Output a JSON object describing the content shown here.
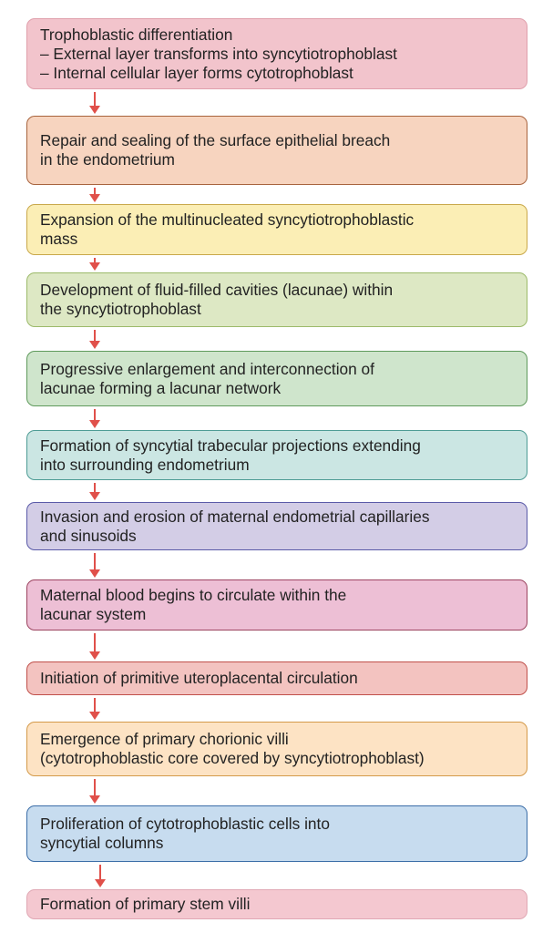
{
  "steps": [
    {
      "lines": [
        "Trophoblastic differentiation",
        "– External layer transforms into syncytiotrophoblast",
        "– Internal cellular layer forms cytotrophoblast"
      ],
      "fill": "#f2c4cc",
      "border": "#e0a0ac"
    },
    {
      "lines": [
        "Repair and sealing of the surface epithelial breach",
        "in the endometrium"
      ],
      "fill": "#f7d4bf",
      "border": "#a8643e"
    },
    {
      "lines": [
        "Expansion of the multinucleated syncytiotrophoblastic",
        "mass"
      ],
      "fill": "#fbeeb5",
      "border": "#c9a84a"
    },
    {
      "lines": [
        "Development of fluid-filled cavities (lacunae) within",
        "the syncytiotrophoblast"
      ],
      "fill": "#dde8c4",
      "border": "#9cba6a"
    },
    {
      "lines": [
        "Progressive enlargement and interconnection of",
        "lacunae forming a lacunar network"
      ],
      "fill": "#cfe5cc",
      "border": "#5f9a5c"
    },
    {
      "lines": [
        "Formation of syncytial trabecular projections extending",
        "into surrounding endometrium"
      ],
      "fill": "#cbe6e3",
      "border": "#4e9c95"
    },
    {
      "lines": [
        "Invasion and erosion of maternal endometrial capillaries",
        "and sinusoids"
      ],
      "fill": "#d3cde6",
      "border": "#5a5aa8"
    },
    {
      "lines": [
        "Maternal blood begins to circulate within the",
        "lacunar system"
      ],
      "fill": "#edbfd5",
      "border": "#9c4460"
    },
    {
      "lines": [
        "Initiation of primitive uteroplacental circulation"
      ],
      "fill": "#f3c3c0",
      "border": "#c0504a"
    },
    {
      "lines": [
        "Emergence of primary chorionic villi",
        "(cytotrophoblastic core covered by syncytiotrophoblast)"
      ],
      "fill": "#fde3c4",
      "border": "#d49a4a"
    },
    {
      "lines": [
        "Proliferation of cytotrophoblastic cells into",
        "syncytial columns"
      ],
      "fill": "#c7dcef",
      "border": "#3c6ea8"
    },
    {
      "lines": [
        "Formation of primary stem villi"
      ],
      "fill": "#f4c8d0",
      "border": "#e0a8b4"
    }
  ]
}
